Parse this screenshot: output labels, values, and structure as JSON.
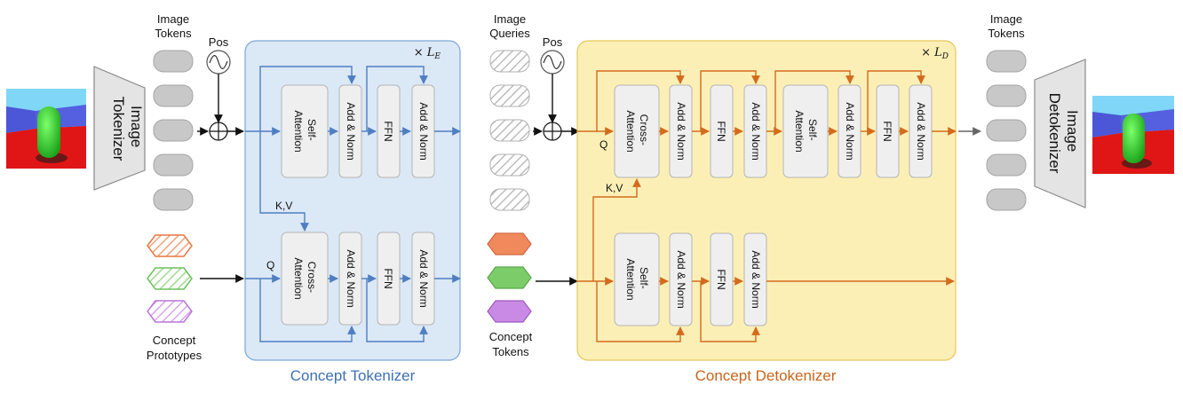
{
  "labels": {
    "image_tokens_left": [
      "Image",
      "Tokens"
    ],
    "pos_left": "Pos",
    "image_queries": [
      "Image",
      "Queries"
    ],
    "pos_right": "Pos",
    "image_tokens_right": [
      "Image",
      "Tokens"
    ],
    "concept_prototypes": [
      "Concept",
      "Prototypes"
    ],
    "concept_tokens": [
      "Concept",
      "Tokens"
    ],
    "image_tokenizer": [
      "Image",
      "Tokenizer"
    ],
    "image_detokenizer": [
      "Image",
      "Detokenizer"
    ],
    "encoder_repeat": "× L",
    "encoder_repeat_sub": "E",
    "decoder_repeat": "× L",
    "decoder_repeat_sub": "D",
    "q": "Q",
    "kv": "K,V"
  },
  "blocks": {
    "self_attention": [
      "Self-",
      "Attention"
    ],
    "cross_attention": [
      "Cross-",
      "Attention"
    ],
    "add_norm": "Add & Norm",
    "ffn": "FFN"
  },
  "titles": {
    "encoder": "Concept Tokenizer",
    "decoder": "Concept Detokenizer"
  },
  "colors": {
    "encoder_bg": "#dbe8f6",
    "encoder_border": "#7fa6d6",
    "decoder_bg": "#fcefb6",
    "decoder_border": "#e8c85a",
    "encoder_arrow": "#4f7ec1",
    "decoder_arrow": "#d36b1d",
    "proto_orange": "#f08a5d",
    "proto_green": "#7ccd6a",
    "proto_purple": "#c98ae6"
  }
}
